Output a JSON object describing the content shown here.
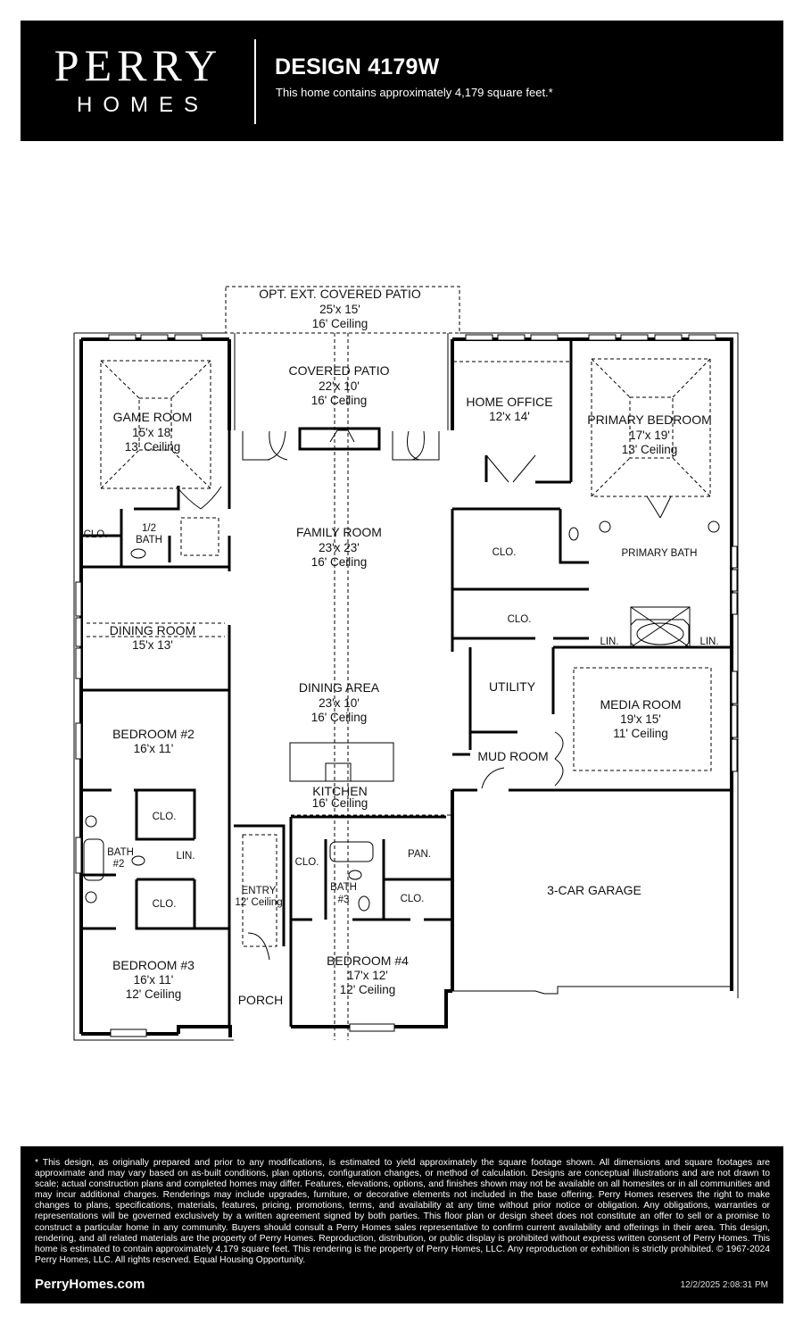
{
  "header": {
    "logo_top": "PERRY",
    "logo_bottom": "HOMES",
    "design_title": "DESIGN 4179W",
    "subtitle": "This home contains approximately 4,179 square feet.*"
  },
  "plan": {
    "rooms": {
      "opt_patio": {
        "name": "OPT. EXT. COVERED PATIO",
        "size": "25'x 15'",
        "ceiling": "16' Ceiling"
      },
      "covered_patio": {
        "name": "COVERED PATIO",
        "size": "22'x 10'",
        "ceiling": "16' Ceiling"
      },
      "game_room": {
        "name": "GAME ROOM",
        "size": "15'x 18'",
        "ceiling": "13' Ceiling"
      },
      "half_bath": {
        "name_1": "1/2",
        "name_2": "BATH"
      },
      "game_clo": {
        "name": "CLO."
      },
      "home_office": {
        "name": "HOME OFFICE",
        "size": "12'x 14'"
      },
      "primary_bedroom": {
        "name": "PRIMARY BEDROOM",
        "size": "17'x 19'",
        "ceiling": "13' Ceiling"
      },
      "family_room": {
        "name": "FAMILY ROOM",
        "size": "23'x 23'",
        "ceiling": "16' Ceiling"
      },
      "primary_bath": {
        "name": "PRIMARY BATH"
      },
      "primary_clo_1": {
        "name": "CLO."
      },
      "primary_clo_2": {
        "name": "CLO."
      },
      "lin_1": {
        "name": "LIN."
      },
      "lin_2": {
        "name": "LIN."
      },
      "dining_room": {
        "name": "DINING ROOM",
        "size": "15'x 13'"
      },
      "dining_area": {
        "name": "DINING AREA",
        "size": "23'x 10'",
        "ceiling": "16' Ceiling"
      },
      "utility": {
        "name": "UTILITY"
      },
      "media_room": {
        "name": "MEDIA ROOM",
        "size": "19'x 15'",
        "ceiling": "11' Ceiling"
      },
      "mud_room": {
        "name": "MUD ROOM"
      },
      "bedroom_2": {
        "name": "BEDROOM #2",
        "size": "16'x 11'"
      },
      "kitchen": {
        "name": "KITCHEN",
        "ceiling": "16' Ceiling"
      },
      "bath_2": {
        "name_1": "BATH",
        "name_2": "#2"
      },
      "bath_2_clo_1": {
        "name": "CLO."
      },
      "bath_2_clo_2": {
        "name": "CLO."
      },
      "bath_2_lin": {
        "name": "LIN."
      },
      "entry": {
        "name": "ENTRY",
        "ceiling": "12' Ceiling"
      },
      "bed4_clo_1": {
        "name": "CLO."
      },
      "bath_3": {
        "name_1": "BATH",
        "name_2": "#3"
      },
      "pantry": {
        "name": "PAN."
      },
      "bed4_clo_2": {
        "name": "CLO."
      },
      "garage": {
        "name": "3-CAR GARAGE"
      },
      "bedroom_3": {
        "name": "BEDROOM #3",
        "size": "16'x 11'",
        "ceiling": "12' Ceiling"
      },
      "bedroom_4": {
        "name": "BEDROOM #4",
        "size": "17'x 12'",
        "ceiling": "12' Ceiling"
      },
      "porch": {
        "name": "PORCH"
      }
    }
  },
  "footer": {
    "disclaimer": "* This design, as originally prepared and prior to any modifications, is estimated to yield approximately the square footage shown. All dimensions and square footages are approximate and may vary based on as-built conditions, plan options, configuration changes, or method of calculation. Designs are conceptual illustrations and are not drawn to scale; actual construction plans and completed homes may differ. Features, elevations, options, and finishes shown may not be available on all homesites or in all communities and may incur additional charges. Renderings may include upgrades, furniture, or decorative elements not included in the base offering. Perry Homes reserves the right to make changes to plans, specifications, materials, features, pricing, promotions, terms, and availability at any time without prior notice or obligation. Any obligations, warranties or representations will be governed exclusively by a written agreement signed by both parties. This floor plan or design sheet does not constitute an offer to sell or a promise to construct a particular home in any community. Buyers should consult a Perry Homes sales representative to confirm current availability and offerings in their area. This design, rendering, and all related materials are the property of Perry Homes. Reproduction, distribution, or public display is prohibited without express written consent of Perry Homes. This home is estimated to contain approximately 4,179 square feet. This rendering is the property of Perry Homes, LLC. Any reproduction or exhibition is strictly prohibited. © 1967-2024 Perry Homes, LLC. All rights reserved. Equal Housing Opportunity.",
    "website": "PerryHomes.com",
    "timestamp": "12/2/2025 2:08:31 PM"
  },
  "colors": {
    "banner": "#000000",
    "banner_text": "#ffffff",
    "wall": "#000000",
    "background": "#ffffff"
  }
}
